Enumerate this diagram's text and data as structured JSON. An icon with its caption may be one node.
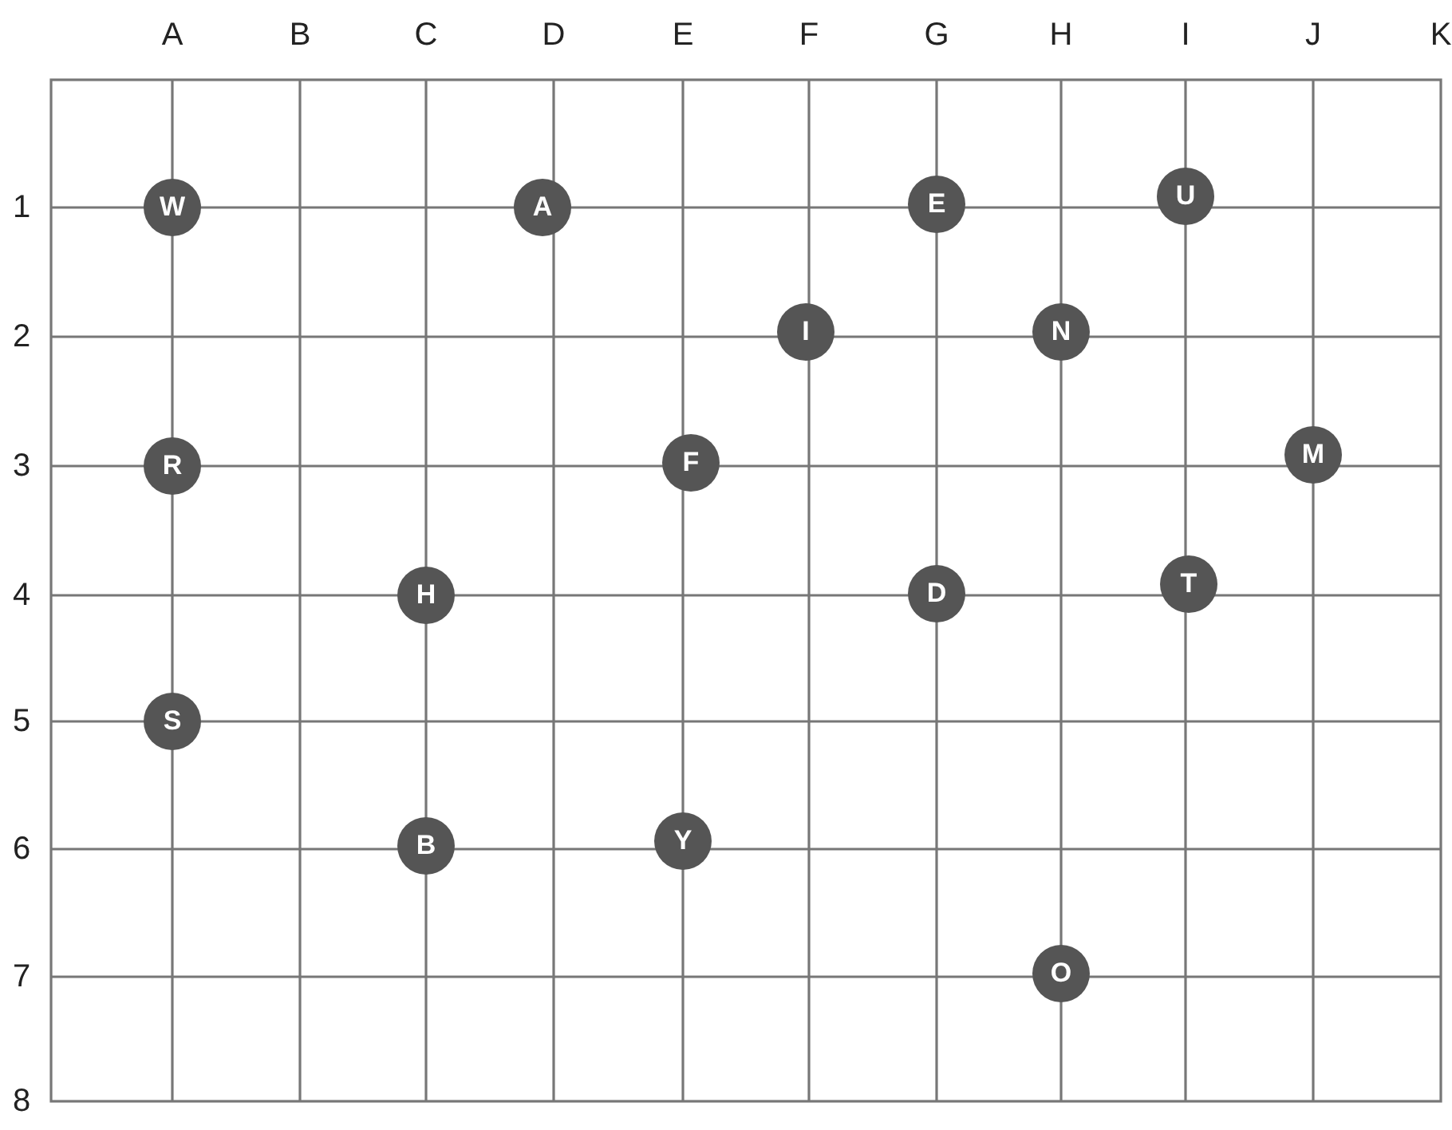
{
  "diagram": {
    "nodes": [
      {
        "text": [
          "W"
        ]
      },
      {
        "text": [
          "A"
        ]
      },
      {
        "text": [
          "E"
        ]
      },
      {
        "text": [
          "U"
        ]
      },
      {
        "text": [
          "I"
        ]
      },
      {
        "text": [
          "N"
        ]
      },
      {
        "text": [
          "R"
        ]
      },
      {
        "text": [
          "F"
        ]
      },
      {
        "text": [
          "M"
        ]
      },
      {
        "text": [
          "H"
        ]
      },
      {
        "text": [
          "D"
        ]
      },
      {
        "text": [
          "T"
        ]
      },
      {
        "text": [
          "S"
        ]
      },
      {
        "text": [
          "B"
        ]
      },
      {
        "text": [
          "Y"
        ]
      },
      {
        "text": [
          "O"
        ]
      }
    ],
    "labels": [
      "A",
      "B",
      "C",
      "D",
      "E",
      "F",
      "G",
      "H",
      "I",
      "J",
      "K",
      "1",
      "2",
      "3",
      "4",
      "5",
      "6",
      "7",
      "8"
    ]
  }
}
